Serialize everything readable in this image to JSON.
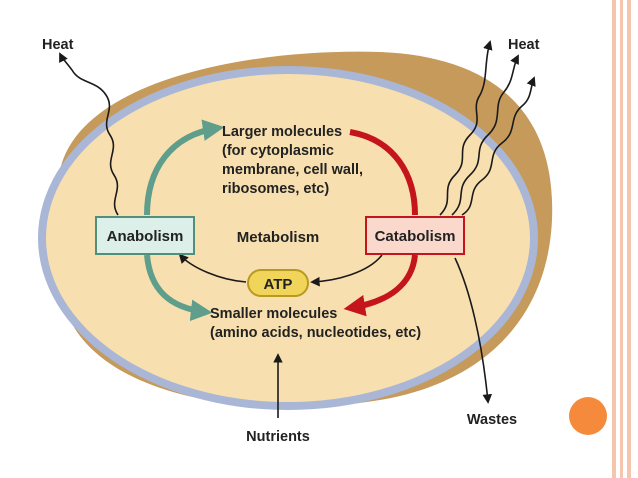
{
  "colors": {
    "rail": "#f6c5ae",
    "bullet": "#f58a3c",
    "cell_fill": "#f8dfb0",
    "cell_outer": "#c69a5b",
    "membrane": "#a9b6d6",
    "anabolic": "#5f9e8a",
    "catabolic": "#c4151c",
    "anabolism_box_fill": "#dcefe8",
    "anabolism_box_stroke": "#4f8f7b",
    "catabolism_box_fill": "#fad9cc",
    "catabolism_box_stroke": "#c4151c",
    "atp_fill": "#f1d55a",
    "atp_stroke": "#b79a1f",
    "arrow": "#1a1a1a"
  },
  "diagram": {
    "heat_left": "Heat",
    "heat_right": "Heat",
    "larger_molecules": [
      "Larger molecules",
      "(for cytoplasmic",
      "membrane, cell wall,",
      "ribosomes, etc)"
    ],
    "anabolism": "Anabolism",
    "metabolism": "Metabolism",
    "catabolism": "Catabolism",
    "atp": "ATP",
    "smaller_molecules": [
      "Smaller molecules",
      "(amino acids, nucleotides, etc)"
    ],
    "wastes": "Wastes",
    "nutrients": "Nutrients"
  }
}
